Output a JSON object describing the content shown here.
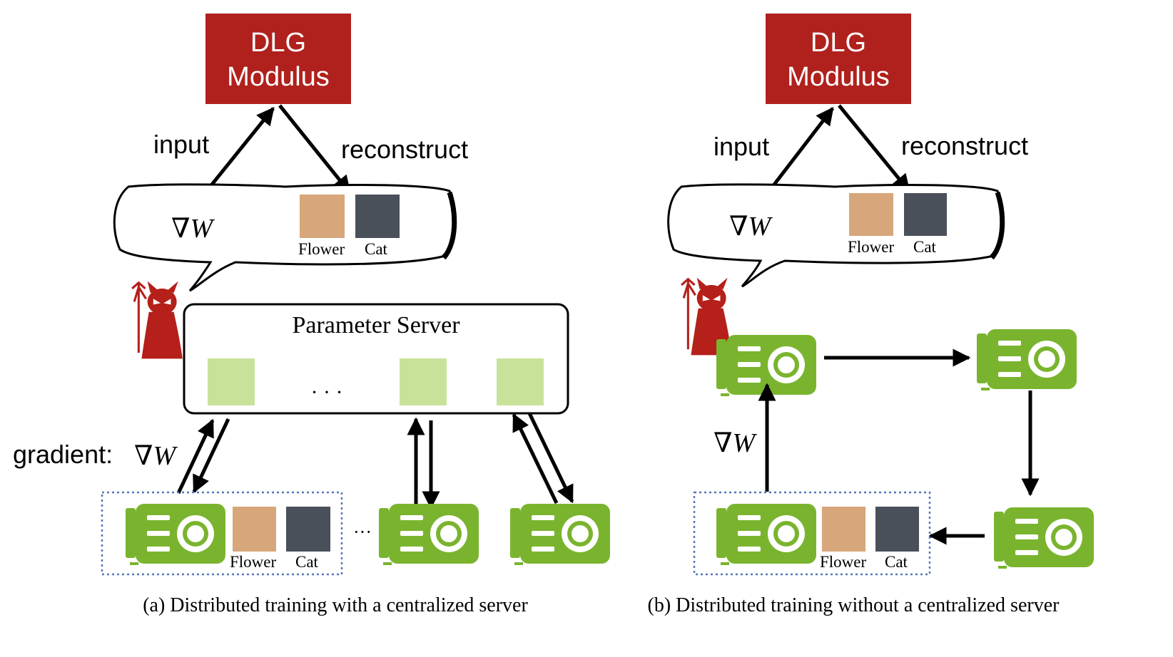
{
  "colors": {
    "dlg_box": "#b0211d",
    "gpu": "#7ab42e",
    "ps_slot": "#c9e29a",
    "devil": "#b5201a",
    "arrow": "#000000",
    "dotted_border": "#5577bb",
    "flower_img": "#d7a67a",
    "cat_img": "#4a505a"
  },
  "panel_a": {
    "dlg": {
      "line1": "DLG",
      "line2": "Modulus"
    },
    "input_label": "input",
    "reconstruct_label": "reconstruct",
    "bubble": {
      "grad": "∇W",
      "img1_label": "Flower",
      "img2_label": "Cat"
    },
    "server_title": "Parameter Server",
    "server_dots": "· · ·",
    "gradient_label": "gradient:",
    "gradient_symbol": "∇W",
    "client_imgs": {
      "img1_label": "Flower",
      "img2_label": "Cat"
    },
    "client_dots": "···",
    "caption": "(a) Distributed training with a centralized server"
  },
  "panel_b": {
    "dlg": {
      "line1": "DLG",
      "line2": "Modulus"
    },
    "input_label": "input",
    "reconstruct_label": "reconstruct",
    "bubble": {
      "grad": "∇W",
      "img1_label": "Flower",
      "img2_label": "Cat"
    },
    "grad_symbol": "∇W",
    "client_imgs": {
      "img1_label": "Flower",
      "img2_label": "Cat"
    },
    "caption": "(b) Distributed training without a centralized server"
  }
}
